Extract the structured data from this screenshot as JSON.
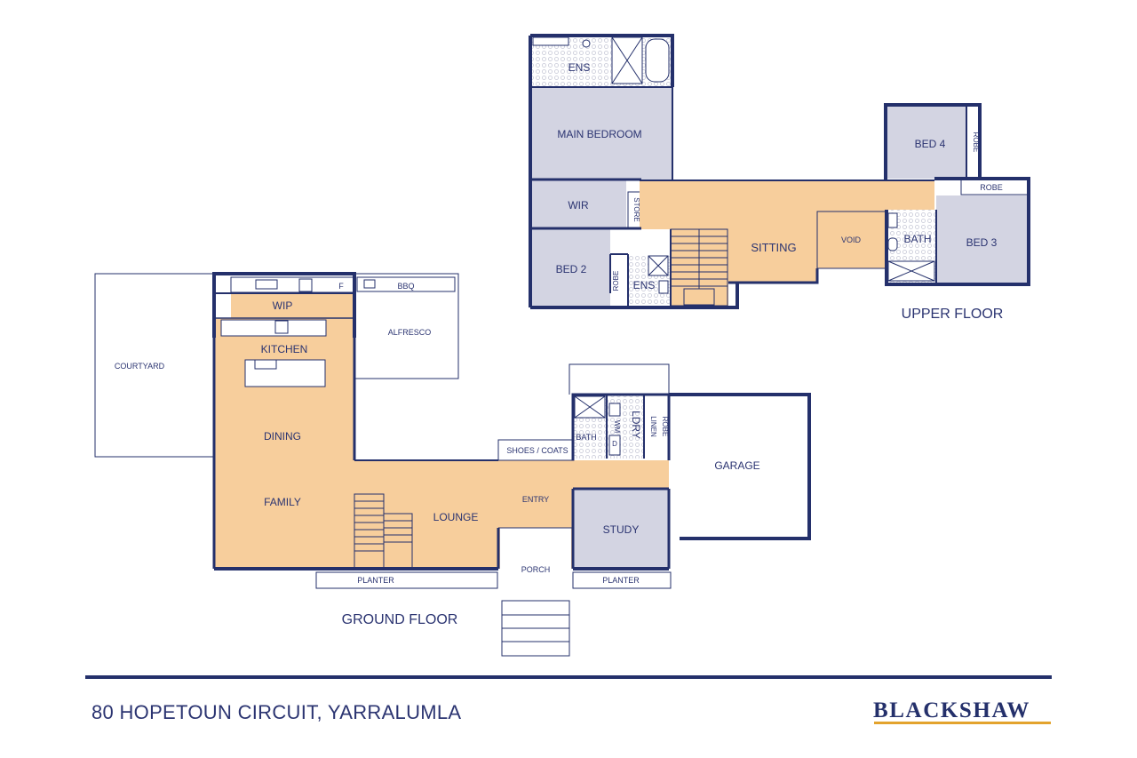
{
  "rooms": {
    "ens_upper": "ENS",
    "main_bedroom": "MAIN BEDROOM",
    "wir": "WIR",
    "store": "STORE",
    "bed2": "BED 2",
    "robe_bed2": "ROBE",
    "ens_bed2": "ENS",
    "sitting": "SITTING",
    "void": "VOID",
    "bath_upper": "BATH",
    "bed3": "BED 3",
    "robe_bed3": "ROBE",
    "bed4": "BED 4",
    "robe_bed4": "ROBE",
    "wip": "WIP",
    "kitchen": "KITCHEN",
    "fridge": "F",
    "bbq": "BBQ",
    "alfresco": "ALFRESCO",
    "courtyard": "COURTYARD",
    "dining": "DINING",
    "family": "FAMILY",
    "lounge": "LOUNGE",
    "entry": "ENTRY",
    "porch": "PORCH",
    "planter_left": "PLANTER",
    "planter_right": "PLANTER",
    "shoes_coats": "SHOES / COATS",
    "bath_ground": "BATH",
    "wm": "WM",
    "dryer": "D",
    "ldry": "LDRY",
    "linen": "LINEN",
    "robe_ground": "ROBE",
    "study": "STUDY",
    "garage": "GARAGE"
  },
  "floors": {
    "upper": "UPPER FLOOR",
    "ground": "GROUND FLOOR"
  },
  "footer": {
    "address": "80 HOPETOUN CIRCUIT, YARRALUMLA",
    "brand": "BLACKSHAW"
  },
  "colors": {
    "wall": "#24306b",
    "bedroom_fill": "#d3d4e2",
    "living_fill": "#f7ce9c",
    "text": "#2b3471",
    "accent": "#e3a32d"
  }
}
